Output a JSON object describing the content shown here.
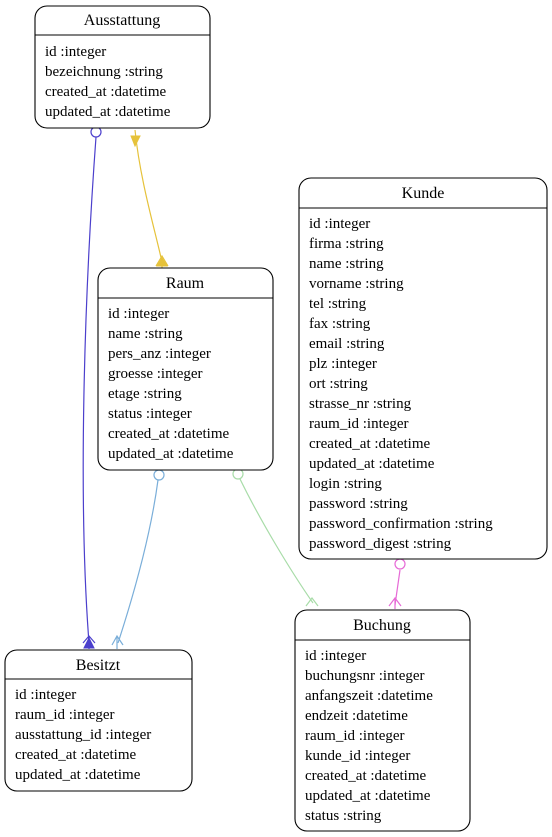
{
  "entities": {
    "ausstattung": {
      "name": "Ausstattung",
      "attributes": [
        "id :integer",
        "bezeichnung :string",
        "created_at :datetime",
        "updated_at :datetime"
      ]
    },
    "raum": {
      "name": "Raum",
      "attributes": [
        "id :integer",
        "name :string",
        "pers_anz :integer",
        "groesse :integer",
        "etage :string",
        "status :integer",
        "created_at :datetime",
        "updated_at :datetime"
      ]
    },
    "kunde": {
      "name": "Kunde",
      "attributes": [
        "id :integer",
        "firma :string",
        "name :string",
        "vorname :string",
        "tel :string",
        "fax :string",
        "email :string",
        "plz :integer",
        "ort :string",
        "strasse_nr :string",
        "raum_id :integer",
        "created_at :datetime",
        "updated_at :datetime",
        "login :string",
        "password :string",
        "password_confirmation :string",
        "password_digest :string"
      ]
    },
    "besitzt": {
      "name": "Besitzt",
      "attributes": [
        "id :integer",
        "raum_id :integer",
        "ausstattung_id :integer",
        "created_at :datetime",
        "updated_at :datetime"
      ]
    },
    "buchung": {
      "name": "Buchung",
      "attributes": [
        "id :integer",
        "buchungsnr :integer",
        "anfangszeit :datetime",
        "endzeit :datetime",
        "raum_id :integer",
        "kunde_id :integer",
        "created_at :datetime",
        "updated_at :datetime",
        "status :string"
      ]
    }
  },
  "relations": [
    {
      "from": "ausstattung",
      "to": "besitzt",
      "color": "#4b3fcc"
    },
    {
      "from": "ausstattung",
      "to": "raum",
      "color": "#e6c23a"
    },
    {
      "from": "raum",
      "to": "besitzt",
      "color": "#7aaed9"
    },
    {
      "from": "raum",
      "to": "buchung",
      "color": "#a8dca8"
    },
    {
      "from": "kunde",
      "to": "buchung",
      "color": "#e66ad6"
    }
  ]
}
